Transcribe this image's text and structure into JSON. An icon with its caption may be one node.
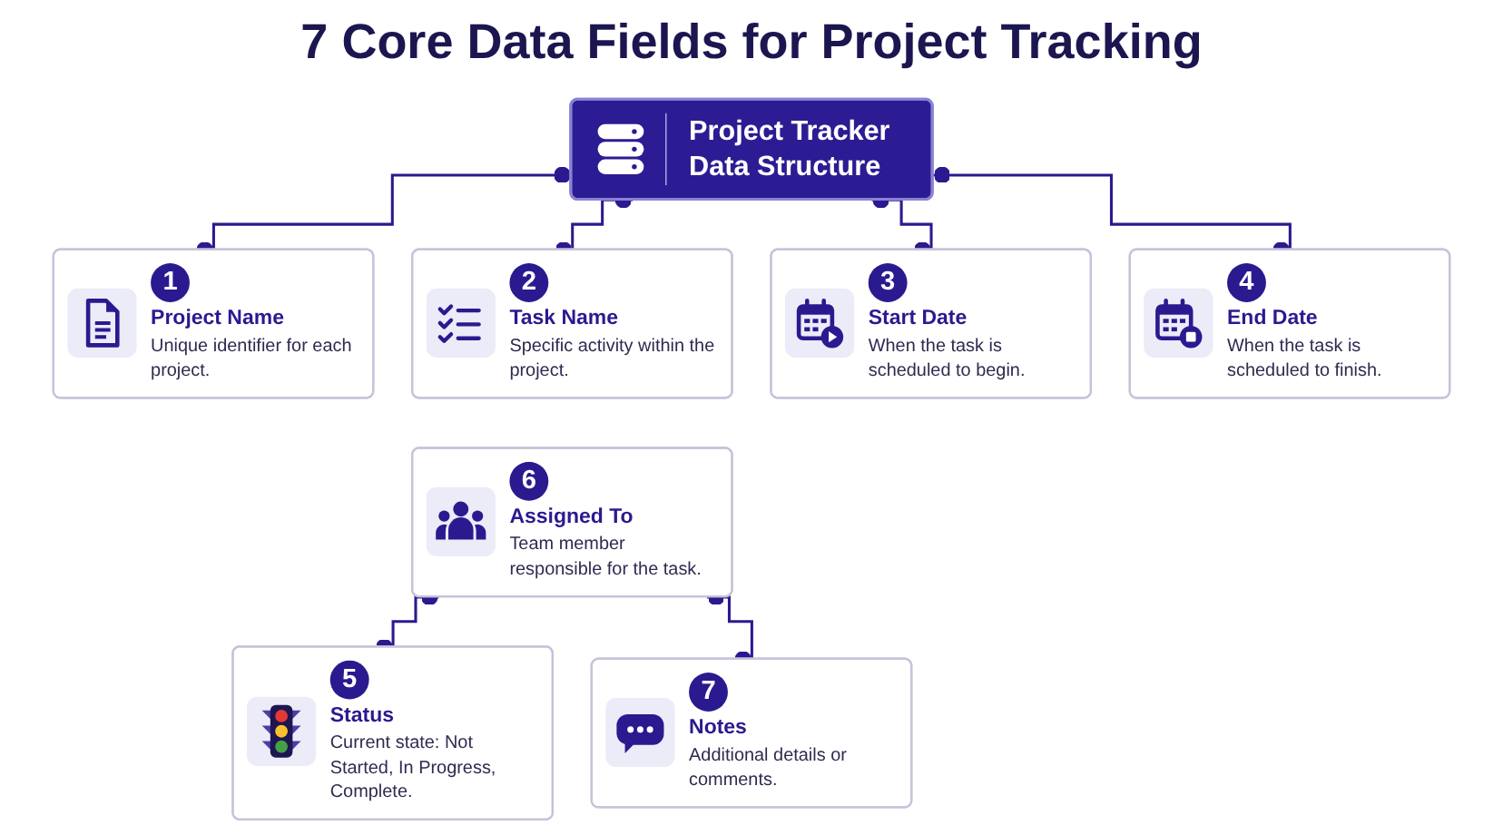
{
  "diagram": {
    "title": "7 Core Data Fields for Project Tracking",
    "nodes": [
      {
        "text": [
          "Project Tracker Data Structure"
        ]
      },
      {
        "text": [
          "1",
          "Project Name",
          "Unique identifier for each project."
        ]
      },
      {
        "text": [
          "2",
          "Task Name",
          "Specific activity within the project."
        ]
      },
      {
        "text": [
          "3",
          "Start Date",
          "When the task is scheduled to begin."
        ]
      },
      {
        "text": [
          "4",
          "End Date",
          "When the task is scheduled to finish."
        ]
      },
      {
        "text": [
          "5",
          "Status",
          "Current state: Not Started, In Progress, Complete."
        ]
      },
      {
        "text": [
          "6",
          "Assigned To",
          "Team member responsible for the task."
        ]
      },
      {
        "text": [
          "7",
          "Notes",
          "Additional details or comments."
        ]
      }
    ],
    "edges": [
      {
        "from": 0,
        "to": 1,
        "arrow": "other"
      },
      {
        "from": 0,
        "to": 2,
        "arrow": "other"
      },
      {
        "from": 0,
        "to": 3,
        "arrow": "other"
      },
      {
        "from": 0,
        "to": 4,
        "arrow": "other"
      },
      {
        "from": 6,
        "to": 5,
        "arrow": "other"
      },
      {
        "from": 6,
        "to": 7,
        "arrow": "other"
      }
    ]
  }
}
